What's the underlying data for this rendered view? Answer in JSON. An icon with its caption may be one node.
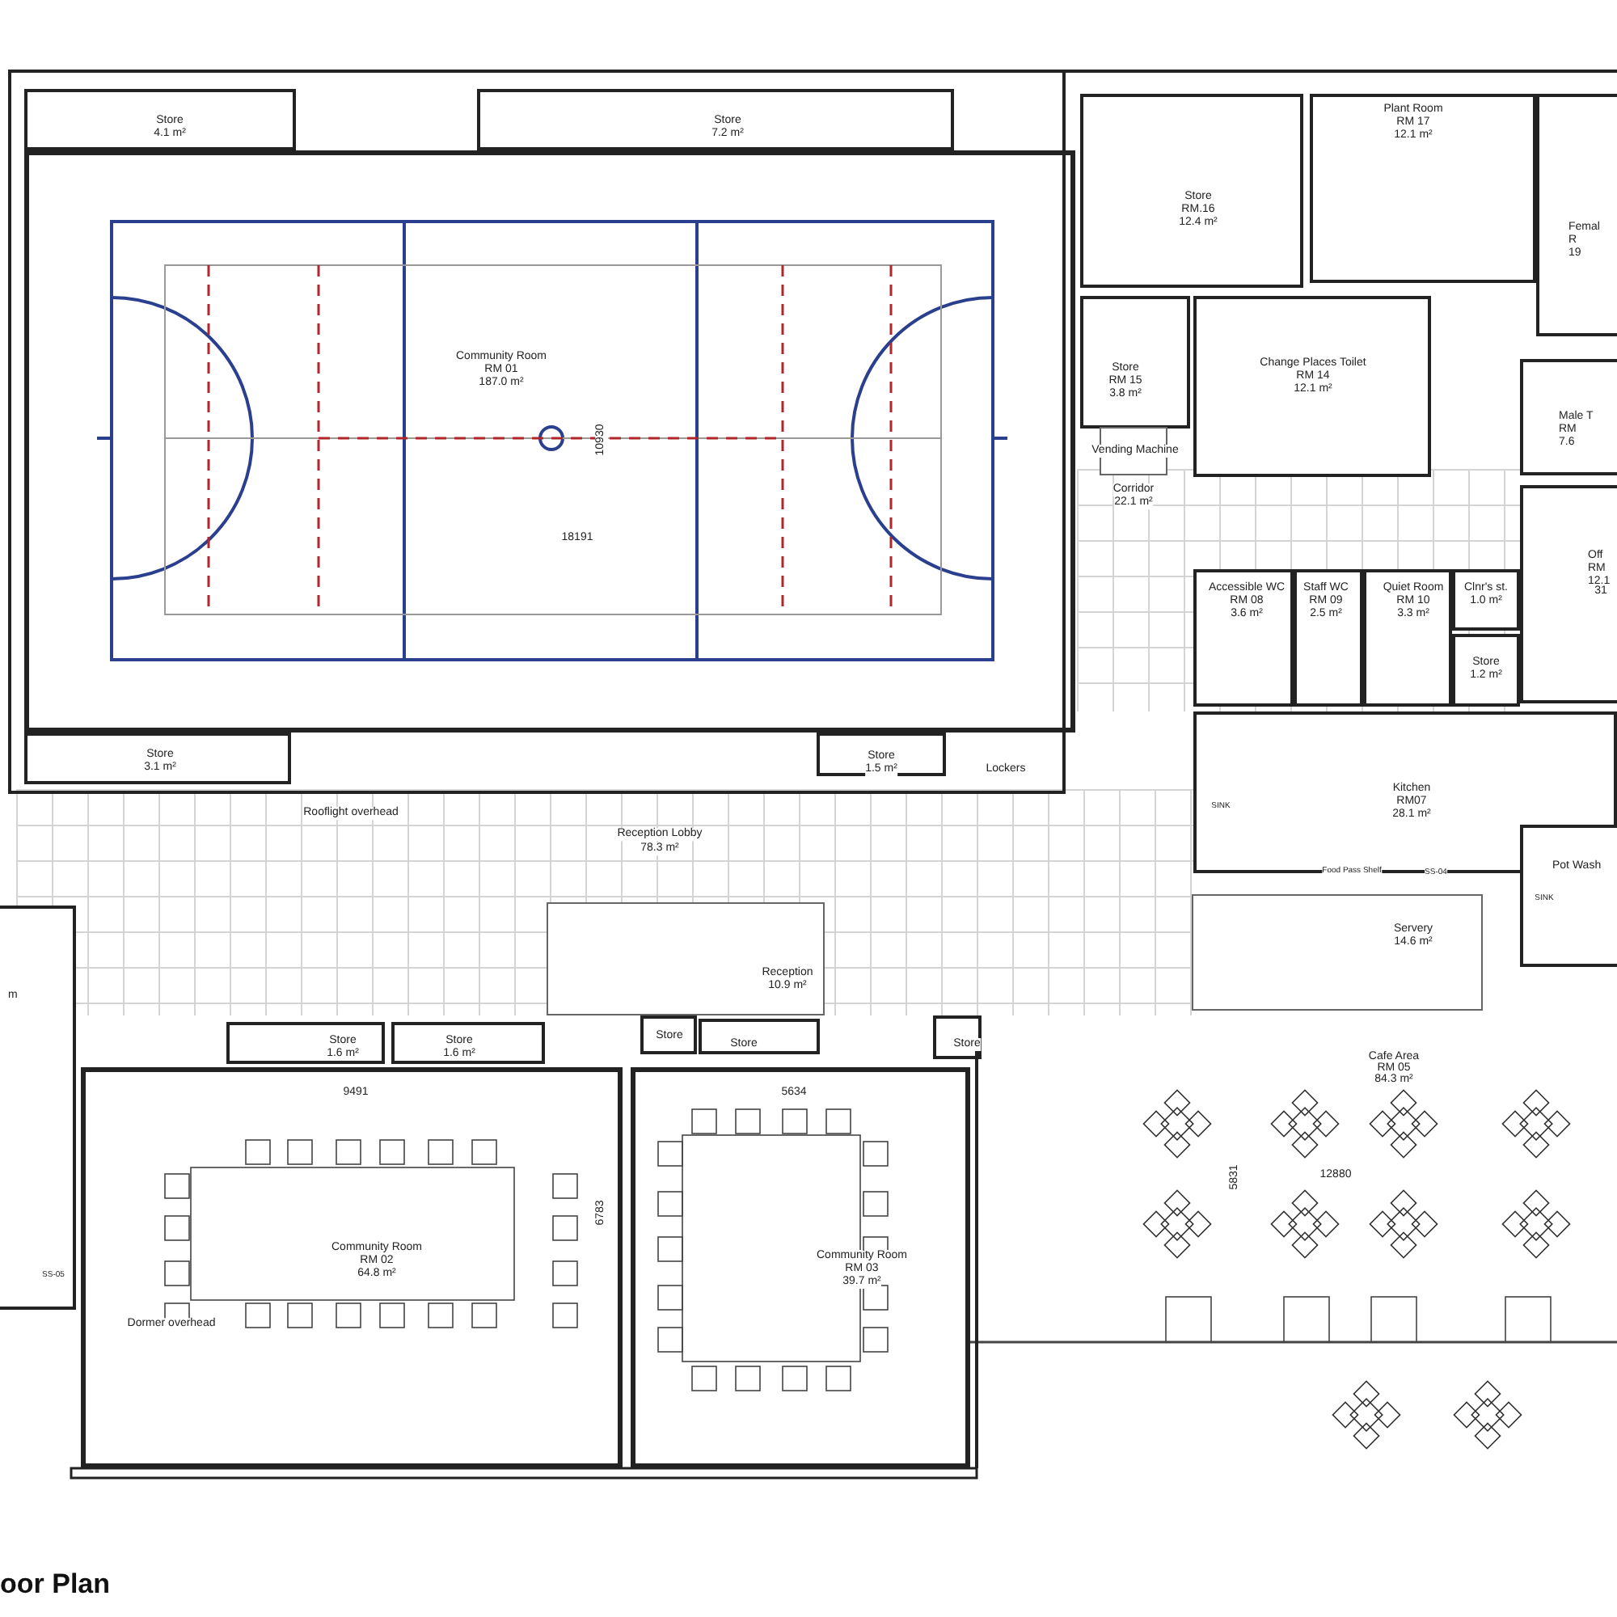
{
  "diagram": {
    "title": "oor Plan",
    "nodes": [
      {
        "text": [
          "Store",
          "4.1 m²"
        ]
      },
      {
        "text": [
          "Store",
          "7.2 m²"
        ]
      },
      {
        "text": [
          "Community Room",
          "RM 01",
          "187.0 m²"
        ]
      },
      {
        "text": [
          "Store",
          "3.1 m²"
        ]
      },
      {
        "text": [
          "Store",
          "1.5 m²"
        ]
      },
      {
        "text": [
          "Store",
          "RM.16",
          "12.4 m²"
        ]
      },
      {
        "text": [
          "Plant Room",
          "RM 17",
          "12.1 m²"
        ]
      },
      {
        "text": [
          "Store",
          "RM 15",
          "3.8 m²"
        ]
      },
      {
        "text": [
          "Change Places Toilet",
          "RM 14",
          "12.1 m²"
        ]
      },
      {
        "text": [
          "Vending Machine"
        ]
      },
      {
        "text": [
          "Accessible WC",
          "RM 08",
          "3.6 m²"
        ]
      },
      {
        "text": [
          "Staff WC",
          "RM 09",
          "2.5 m²"
        ]
      },
      {
        "text": [
          "Quiet Room",
          "RM 10",
          "3.3 m²"
        ]
      },
      {
        "text": [
          "Clnr's st.",
          "1.0 m²"
        ]
      },
      {
        "text": [
          "Store",
          "1.2 m²"
        ]
      },
      {
        "text": [
          "Kitchen",
          "RM07",
          "28.1 m²"
        ]
      },
      {
        "text": [
          "Servery",
          "14.6 m²"
        ]
      },
      {
        "text": [
          "Pot Wash"
        ]
      },
      {
        "text": [
          "Reception",
          "10.9 m²"
        ]
      },
      {
        "text": [
          "Store"
        ]
      },
      {
        "text": [
          "Store"
        ]
      },
      {
        "text": [
          "Store"
        ]
      },
      {
        "text": [
          "Store",
          "1.6 m²"
        ]
      },
      {
        "text": [
          "Store",
          "1.6 m²"
        ]
      },
      {
        "text": [
          "Community Room",
          "RM 02",
          "64.8 m²"
        ]
      },
      {
        "text": [
          "Community Room",
          "RM 03",
          "39.7 m²"
        ]
      },
      {
        "text": [
          "Femal",
          "R",
          "19"
        ]
      },
      {
        "text": [
          "Male T",
          "RM",
          "7.6"
        ]
      },
      {
        "text": [
          "Off",
          "RM",
          "12.1"
        ]
      },
      {
        "text": [
          "m"
        ]
      }
    ],
    "labels": [
      "10930",
      "18191",
      "Lockers",
      "Rooflight overhead",
      "Reception Lobby",
      "78.3 m²",
      "Corridor",
      "22.1 m²",
      "31",
      "SINK",
      "Food Pass Shelf",
      "SS-04",
      "SINK",
      "9491",
      "5634",
      "Cafe Area",
      "RM 05",
      "84.3 m²",
      "5831",
      "12880",
      "6783",
      "SS-05",
      "Dormer overhead"
    ]
  }
}
